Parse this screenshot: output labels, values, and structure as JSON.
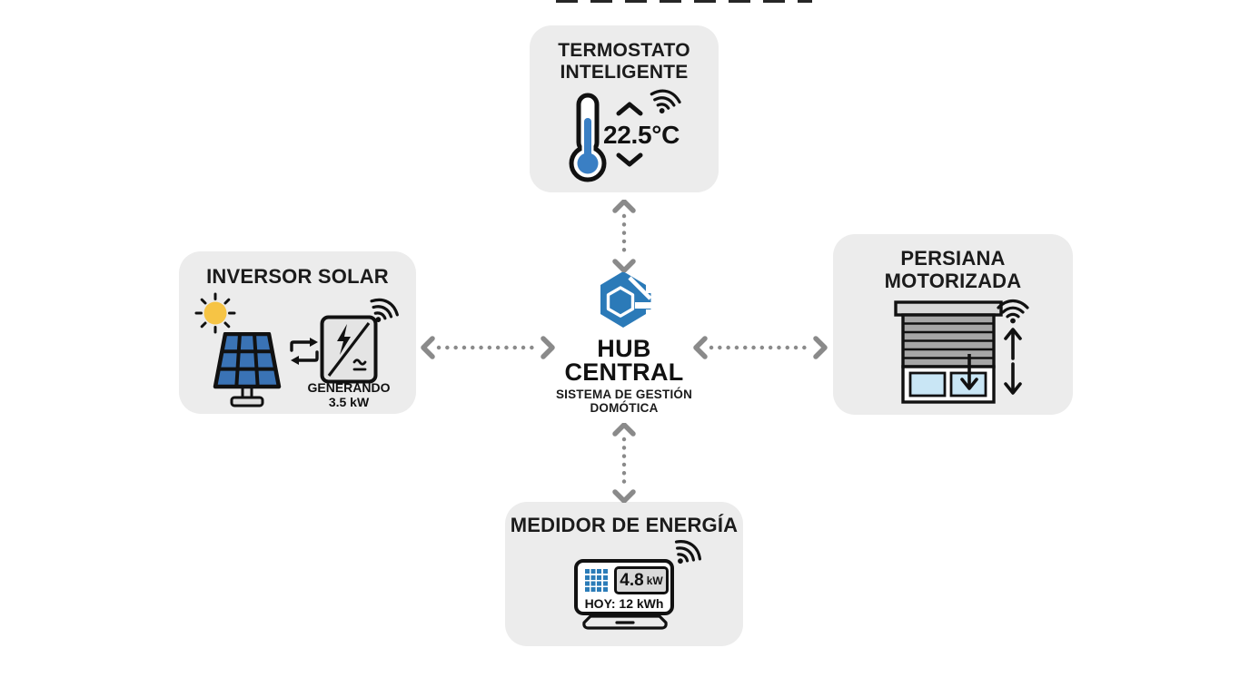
{
  "colors": {
    "background": "#ffffff",
    "card_background": "#ececec",
    "brand_blue": "#2b7ab8",
    "icon_blue": "#3a7fc4",
    "pane_blue": "#c9e6f5",
    "slat_gray": "#a6a6a6",
    "display_gray": "#d9d9d9",
    "sun_yellow": "#f6c445",
    "arrow_gray": "#8a8a8a",
    "text_dark": "#1b1b1b"
  },
  "hub": {
    "logo_icon": "hexagon-logo",
    "title_line1": "HUB",
    "title_line2": "CENTRAL",
    "subtitle_line1": "SISTEMA DE GESTIÓN",
    "subtitle_line2": "DOMÓTICA"
  },
  "devices": {
    "termostato": {
      "title_line1": "TERMOSTATO",
      "title_line2": "INTELIGENTE",
      "temperature": "22.5°C",
      "icons": [
        "thermometer-icon",
        "chevron-up-icon",
        "chevron-down-icon",
        "wifi-icon"
      ]
    },
    "inversor": {
      "title": "INVERSOR SOLAR",
      "status_line1": "GENERANDO",
      "status_line2": "3.5 kW",
      "icons": [
        "sun-icon",
        "solar-panel-icon",
        "exchange-arrows-icon",
        "inverter-icon",
        "wifi-icon"
      ]
    },
    "persiana": {
      "title_line1": "PERSIANA",
      "title_line2": "MOTORIZADA",
      "icons": [
        "window-blind-icon",
        "wifi-icon",
        "arrow-up-icon",
        "arrow-down-icon"
      ]
    },
    "medidor": {
      "title": "MEDIDOR DE ENERGÍA",
      "reading_value": "4.8",
      "reading_unit": "kW",
      "daily_total": "HOY: 12 kWh",
      "icons": [
        "energy-meter-icon",
        "wifi-icon"
      ]
    }
  },
  "connections": {
    "style": "dotted-double-arrow",
    "links": [
      "hub-termostato",
      "hub-inversor",
      "hub-persiana",
      "hub-medidor"
    ]
  }
}
